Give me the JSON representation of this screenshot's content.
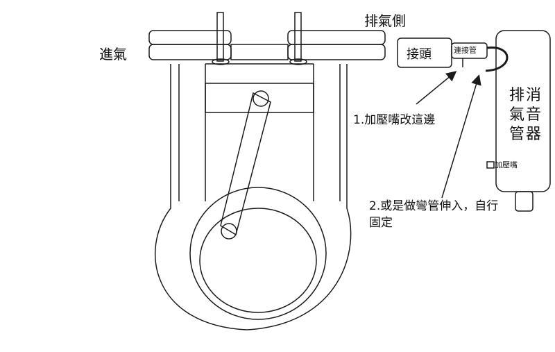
{
  "labels": {
    "intake": "進氣",
    "exhaust_side": "排氣側",
    "joint": "接頭",
    "connector_pipe": "連接管",
    "muffler": "排消氣音管器",
    "pressure_nozzle_small": "加壓嘴",
    "note1": "1.加壓嘴改這邊",
    "note2": "2.或是做彎管伸入，自行固定"
  },
  "colors": {
    "line": "#1a1a1a",
    "background": "#ffffff"
  }
}
